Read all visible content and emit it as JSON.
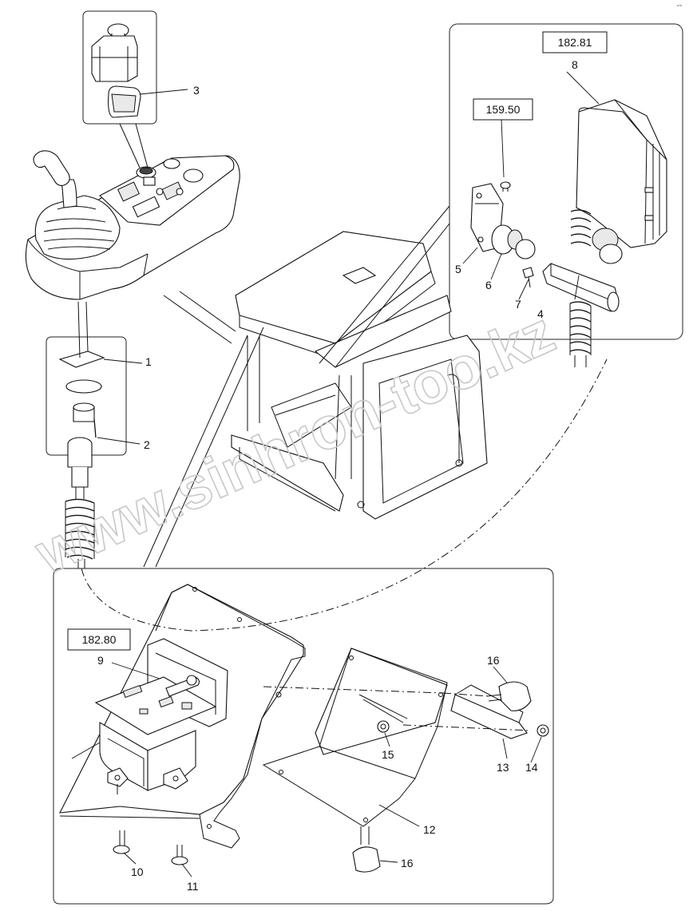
{
  "corner_mark": "ᵒᵐ",
  "watermark": "www.sinhron-too.kz",
  "reference_boxes": [
    {
      "id": "ref-159-50",
      "label": "159.50"
    },
    {
      "id": "ref-182-81",
      "label": "182.81"
    },
    {
      "id": "ref-182-80",
      "label": "182.80"
    }
  ],
  "callouts": [
    "1",
    "2",
    "3",
    "4",
    "5",
    "6",
    "7",
    "8",
    "9",
    "10",
    "11",
    "12",
    "13",
    "14",
    "15",
    "16",
    "16"
  ],
  "colors": {
    "line": "#111111",
    "panel_border": "#222222",
    "watermark": "#c8c8c8"
  }
}
